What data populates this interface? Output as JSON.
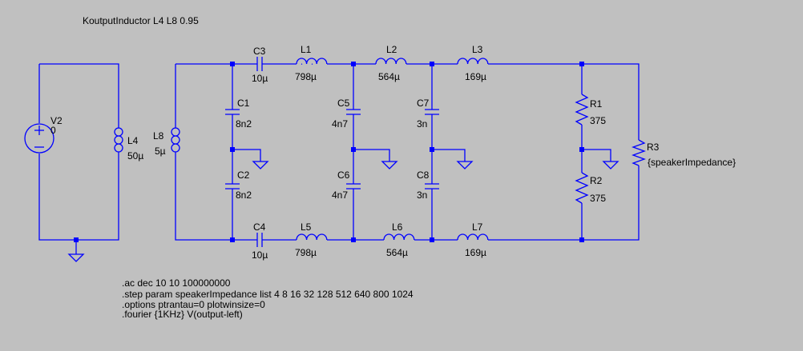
{
  "schematic": {
    "title": "KoutputInductor L4 L8 0.95",
    "accent_color": "#0000ff",
    "background_color": "#c0c0c0",
    "components": {
      "V2": {
        "name": "V2",
        "value": "0"
      },
      "L4": {
        "name": "L4",
        "value": "50µ"
      },
      "L8": {
        "name": "L8",
        "value": "5µ"
      },
      "C3": {
        "name": "C3",
        "value": "10µ"
      },
      "L1": {
        "name": "L1",
        "value": "798µ"
      },
      "L2": {
        "name": "L2",
        "value": "564µ"
      },
      "L3": {
        "name": "L3",
        "value": "169µ"
      },
      "C1": {
        "name": "C1",
        "value": "8n2"
      },
      "C2": {
        "name": "C2",
        "value": "8n2"
      },
      "C5": {
        "name": "C5",
        "value": "4n7"
      },
      "C6": {
        "name": "C6",
        "value": "4n7"
      },
      "C7": {
        "name": "C7",
        "value": "3n"
      },
      "C8": {
        "name": "C8",
        "value": "3n"
      },
      "R1": {
        "name": "R1",
        "value": "375"
      },
      "R2": {
        "name": "R2",
        "value": "375"
      },
      "R3": {
        "name": "R3",
        "value": "{speakerImpedance}"
      },
      "C4": {
        "name": "C4",
        "value": "10µ"
      },
      "L5": {
        "name": "L5",
        "value": "798µ"
      },
      "L6": {
        "name": "L6",
        "value": "564µ"
      },
      "L7": {
        "name": "L7",
        "value": "169µ"
      }
    },
    "directives": [
      ".ac dec 10 10 100000000",
      ".step param speakerImpedance list 4 8 16 32 128 512 640 800 1024",
      ".options ptrantau=0 plotwinsize=0",
      ".fourier {1KHz} V(output-left)"
    ]
  }
}
